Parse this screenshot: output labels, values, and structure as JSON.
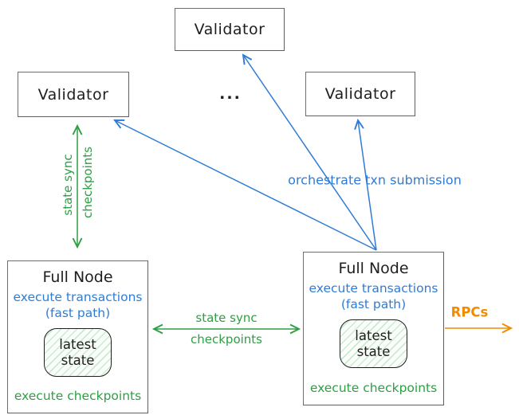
{
  "colors": {
    "black": "#1e1e1e",
    "border": "#6e6e6e",
    "blue": "#2f7cd6",
    "green": "#2f9e44",
    "orange": "#f08c00",
    "state_fill": "#fbfdfb",
    "state_hatch": "#c9ebd0"
  },
  "validators": {
    "top": "Validator",
    "left": "Validator",
    "right": "Validator"
  },
  "labels": {
    "ellipsis": "...",
    "vertical_arrow_line1": "state sync",
    "vertical_arrow_line2": "checkpoints",
    "orchestrate": "orchestrate txn submission",
    "horizontal_arrow_line1": "state sync",
    "horizontal_arrow_line2": "checkpoints",
    "rpcs": "RPCs"
  },
  "full_nodes": [
    {
      "title": "Full Node",
      "exec_line1": "execute transactions",
      "exec_line2": "(fast path)",
      "state_line1": "latest",
      "state_line2": "state",
      "footer": "execute checkpoints"
    },
    {
      "title": "Full Node",
      "exec_line1": "execute transactions",
      "exec_line2": "(fast path)",
      "state_line1": "latest",
      "state_line2": "state",
      "footer": "execute checkpoints"
    }
  ]
}
